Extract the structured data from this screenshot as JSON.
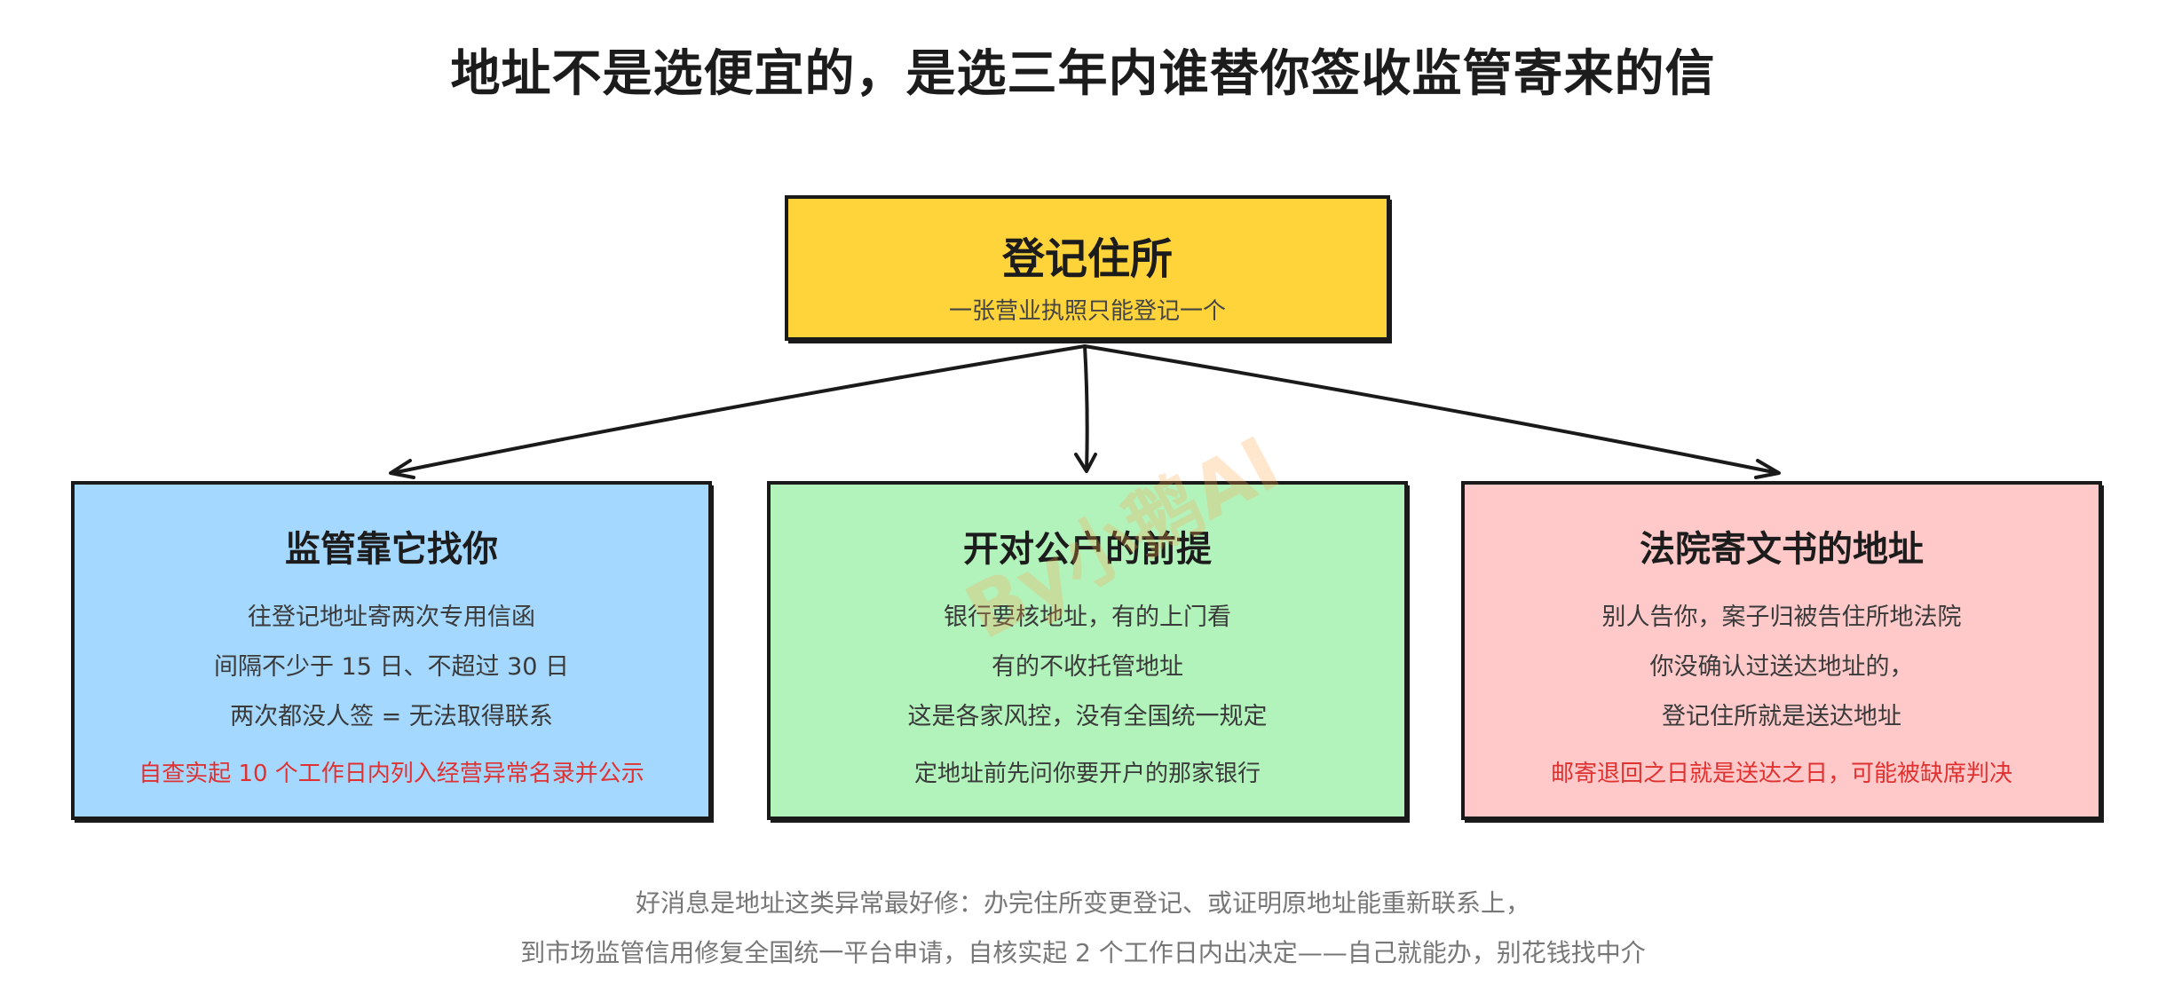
{
  "title": "地址不是选便宜的，是选三年内谁替你签收监管寄来的信",
  "root": {
    "title": "登记住所",
    "subtitle": "一张营业执照只能登记一个",
    "fill": "#ffd43b"
  },
  "branches": [
    {
      "title": "监管靠它找你",
      "lines": [
        "往登记地址寄两次专用信函",
        "间隔不少于 15 日、不超过 30 日",
        "两次都没人签 = 无法取得联系"
      ],
      "note": "自查实起 10 个工作日内列入经营异常名录并公示",
      "note_color": "#e03131",
      "fill": "#a5d8ff"
    },
    {
      "title": "开对公户的前提",
      "lines": [
        "银行要核地址，有的上门看",
        "有的不收托管地址",
        "这是各家风控，没有全国统一规定"
      ],
      "note": "定地址前先问你要开户的那家银行",
      "note_color": "#3a3a3a",
      "fill": "#b2f2bb"
    },
    {
      "title": "法院寄文书的地址",
      "lines": [
        "别人告你，案子归被告住所地法院",
        "你没确认过送达地址的，",
        "登记住所就是送达地址"
      ],
      "note": "邮寄退回之日就是送达之日，可能被缺席判决",
      "note_color": "#e03131",
      "fill": "#ffc9c9"
    }
  ],
  "watermark": "By小鹅AI",
  "footer": {
    "lines": [
      "好消息是地址这类异常最好修：办完住所变更登记、或证明原地址能重新联系上，",
      "到市场监管信用修复全国统一平台申请，自核实起 2 个工作日内出决定——自己就能办，别花钱找中介"
    ]
  },
  "colors": {
    "stroke": "#1a1a1a",
    "warning_text": "#e03131",
    "footer_text": "#777777"
  }
}
